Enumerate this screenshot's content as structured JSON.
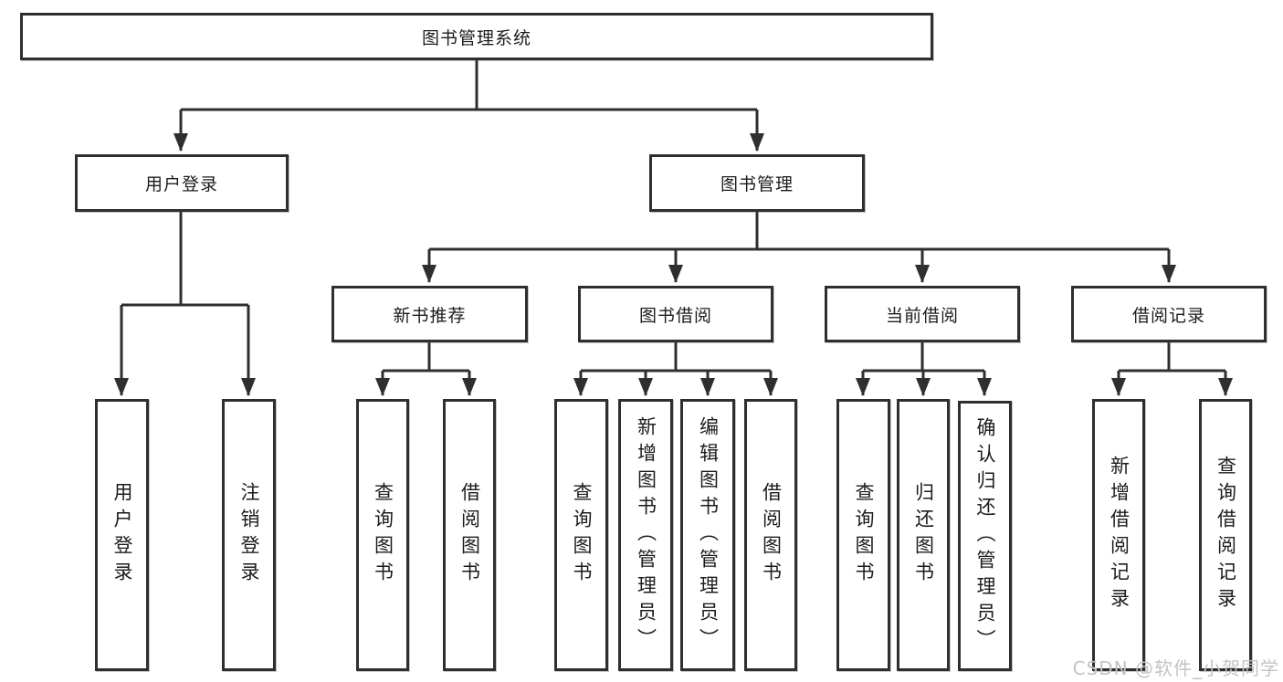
{
  "diagram": {
    "title": "图书管理系统",
    "branches": [
      {
        "label": "用户登录",
        "children": [
          "用户登录",
          "注销登录"
        ]
      },
      {
        "label": "图书管理",
        "groups": [
          {
            "label": "新书推荐",
            "children": [
              "查询图书",
              "借阅图书"
            ]
          },
          {
            "label": "图书借阅",
            "children": [
              "查询图书",
              "新增图书（管理员）",
              "编辑图书（管理员）",
              "借阅图书"
            ]
          },
          {
            "label": "当前借阅",
            "children": [
              "查询图书",
              "归还图书",
              "确认归还（管理员）"
            ]
          },
          {
            "label": "借阅记录",
            "children": [
              "新增借阅记录",
              "查询借阅记录"
            ]
          }
        ]
      }
    ]
  },
  "watermark": "CSDN @软件_小贺同学",
  "colors": {
    "line": "#2f2f2f",
    "text": "#1c1c1c",
    "watermark": "#c3c3c9",
    "background": "#ffffff"
  }
}
